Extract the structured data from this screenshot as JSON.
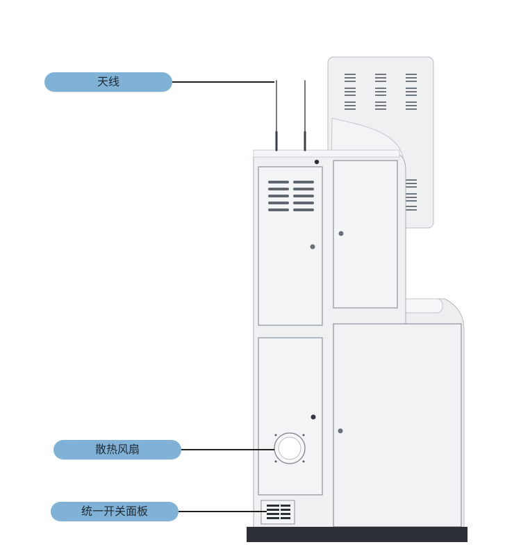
{
  "callouts": {
    "antenna": "天线",
    "cooling_fan": "散热风扇",
    "switch_panel": "统一开关面板"
  },
  "colors": {
    "callout_fill": "#7fb2d6",
    "leader_line": "#1e1e1e",
    "cabinet_body": "#f0f1f3",
    "cabinet_edge": "#9aa0a6",
    "base": "#2c3036"
  }
}
